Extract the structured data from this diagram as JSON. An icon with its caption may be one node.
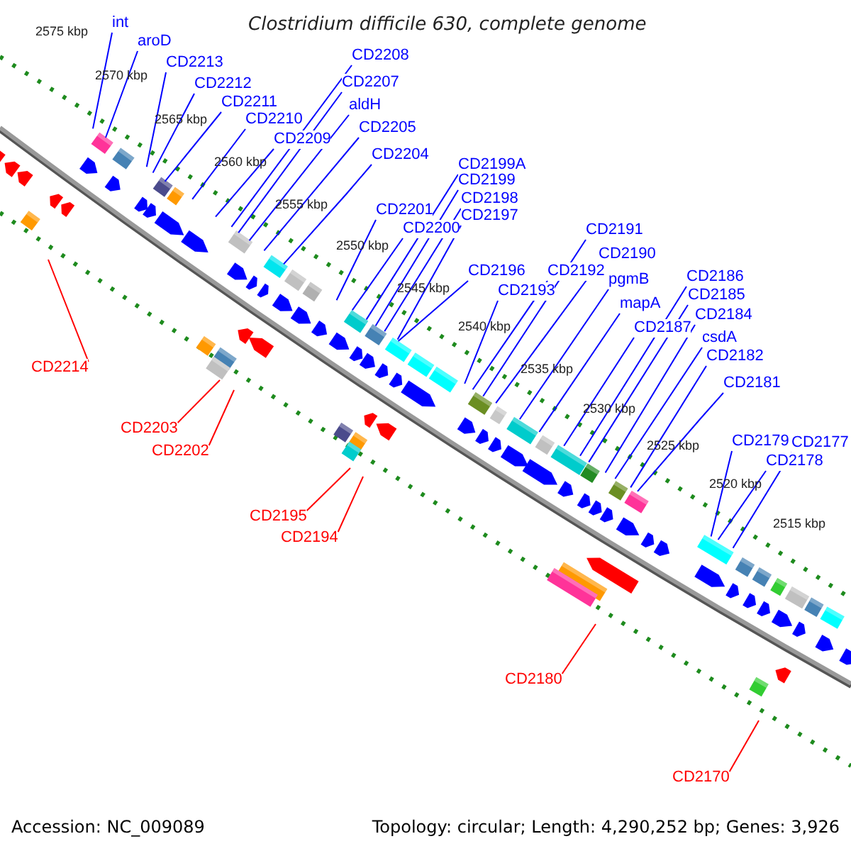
{
  "diagram": {
    "title": "Clostridium difficile 630, complete genome",
    "nodes": [
      {
        "text": [
          "int"
        ]
      },
      {
        "text": [
          "aroD"
        ]
      },
      {
        "text": [
          "CD2213"
        ]
      },
      {
        "text": [
          "CD2208"
        ]
      },
      {
        "text": [
          "CD2212"
        ]
      },
      {
        "text": [
          "CD2207"
        ]
      },
      {
        "text": [
          "CD2211"
        ]
      },
      {
        "text": [
          "aldH"
        ]
      },
      {
        "text": [
          "CD2210"
        ]
      },
      {
        "text": [
          "CD2205"
        ]
      },
      {
        "text": [
          "CD2209"
        ]
      },
      {
        "text": [
          "CD2204"
        ]
      },
      {
        "text": [
          "CD2199A"
        ]
      },
      {
        "text": [
          "CD2199"
        ]
      },
      {
        "text": [
          "CD2198"
        ]
      },
      {
        "text": [
          "CD2201"
        ]
      },
      {
        "text": [
          "CD2197"
        ]
      },
      {
        "text": [
          "CD2200"
        ]
      },
      {
        "text": [
          "CD2191"
        ]
      },
      {
        "text": [
          "CD2190"
        ]
      },
      {
        "text": [
          "CD2196"
        ]
      },
      {
        "text": [
          "CD2192"
        ]
      },
      {
        "text": [
          "CD2186"
        ]
      },
      {
        "text": [
          "pgmB"
        ]
      },
      {
        "text": [
          "CD2193"
        ]
      },
      {
        "text": [
          "CD2185"
        ]
      },
      {
        "text": [
          "mapA"
        ]
      },
      {
        "text": [
          "CD2184"
        ]
      },
      {
        "text": [
          "CD2187"
        ]
      },
      {
        "text": [
          "csdA"
        ]
      },
      {
        "text": [
          "CD2182"
        ]
      },
      {
        "text": [
          "CD2214"
        ]
      },
      {
        "text": [
          "CD2181"
        ]
      },
      {
        "text": [
          "CD2203"
        ]
      },
      {
        "text": [
          "CD2179"
        ]
      },
      {
        "text": [
          "CD2177"
        ]
      },
      {
        "text": [
          "CD2202"
        ]
      },
      {
        "text": [
          "CD2178"
        ]
      },
      {
        "text": [
          "CD2195"
        ]
      },
      {
        "text": [
          "CD2194"
        ]
      },
      {
        "text": [
          "CD2180"
        ]
      },
      {
        "text": [
          "CD2170"
        ]
      }
    ],
    "edges": [
      {
        "from": 0,
        "to": null,
        "arrow": "none"
      },
      {
        "from": 1,
        "to": null,
        "arrow": "none"
      },
      {
        "from": 2,
        "to": null,
        "arrow": "none"
      },
      {
        "from": 3,
        "to": null,
        "arrow": "none"
      },
      {
        "from": 4,
        "to": null,
        "arrow": "none"
      },
      {
        "from": 5,
        "to": null,
        "arrow": "none"
      },
      {
        "from": 6,
        "to": null,
        "arrow": "none"
      },
      {
        "from": 7,
        "to": null,
        "arrow": "none"
      },
      {
        "from": 8,
        "to": null,
        "arrow": "none"
      },
      {
        "from": 9,
        "to": null,
        "arrow": "none"
      },
      {
        "from": 10,
        "to": null,
        "arrow": "none"
      },
      {
        "from": 11,
        "to": null,
        "arrow": "none"
      },
      {
        "from": 12,
        "to": null,
        "arrow": "none"
      },
      {
        "from": 13,
        "to": null,
        "arrow": "none"
      },
      {
        "from": 14,
        "to": null,
        "arrow": "none"
      },
      {
        "from": 15,
        "to": null,
        "arrow": "none"
      },
      {
        "from": 16,
        "to": null,
        "arrow": "none"
      },
      {
        "from": 17,
        "to": null,
        "arrow": "none"
      },
      {
        "from": 18,
        "to": null,
        "arrow": "none"
      },
      {
        "from": 19,
        "to": null,
        "arrow": "none"
      },
      {
        "from": 20,
        "to": null,
        "arrow": "none"
      },
      {
        "from": 21,
        "to": null,
        "arrow": "none"
      },
      {
        "from": 22,
        "to": null,
        "arrow": "none"
      },
      {
        "from": 23,
        "to": null,
        "arrow": "none"
      },
      {
        "from": 24,
        "to": null,
        "arrow": "none"
      },
      {
        "from": 25,
        "to": null,
        "arrow": "none"
      },
      {
        "from": 26,
        "to": null,
        "arrow": "none"
      },
      {
        "from": 27,
        "to": null,
        "arrow": "none"
      },
      {
        "from": 28,
        "to": null,
        "arrow": "none"
      },
      {
        "from": 29,
        "to": null,
        "arrow": "none"
      },
      {
        "from": 30,
        "to": null,
        "arrow": "none"
      },
      {
        "from": 31,
        "to": null,
        "arrow": "none",
        "color": "#ff0000"
      },
      {
        "from": 32,
        "to": null,
        "arrow": "none"
      },
      {
        "from": 33,
        "to": null,
        "arrow": "none",
        "color": "#ff0000"
      },
      {
        "from": 34,
        "to": null,
        "arrow": "none"
      },
      {
        "from": 35,
        "to": null,
        "arrow": "none"
      },
      {
        "from": 36,
        "to": null,
        "arrow": "none",
        "color": "#ff0000"
      },
      {
        "from": 37,
        "to": null,
        "arrow": "none"
      },
      {
        "from": 38,
        "to": null,
        "arrow": "none",
        "color": "#ff0000"
      },
      {
        "from": 39,
        "to": null,
        "arrow": "none",
        "color": "#ff0000"
      },
      {
        "from": 40,
        "to": null,
        "arrow": "none",
        "color": "#ff0000"
      },
      {
        "from": 41,
        "to": null,
        "arrow": "none",
        "color": "#ff0000"
      }
    ],
    "labels": [
      "2575 kbp",
      "2570 kbp",
      "2565 kbp",
      "2560 kbp",
      "2555 kbp",
      "2550 kbp",
      "2545 kbp",
      "2540 kbp",
      "2535 kbp",
      "2530 kbp",
      "2525 kbp",
      "2520 kbp",
      "2515 kbp",
      "Accession: NC_009089",
      "Topology: circular; Length: 4,290,252 bp; Genes: 3,926"
    ]
  }
}
